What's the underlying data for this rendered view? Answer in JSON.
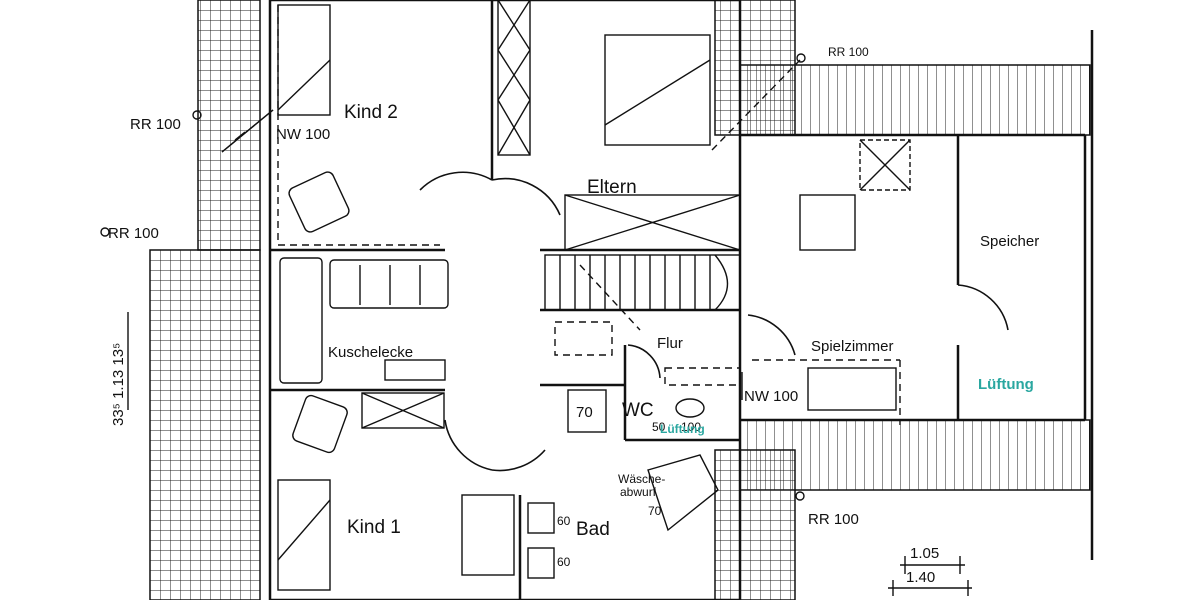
{
  "colors": {
    "ink": "#111111",
    "accent": "#2aa7a0",
    "paper": "#ffffff"
  },
  "rooms": {
    "kind2": "Kind  2",
    "eltern": "Eltern",
    "speicher": "Speicher",
    "kuschelecke": "Kuschelecke",
    "flur": "Flur",
    "spielzimmer": "Spielzimmer",
    "wc": "WC",
    "kind1": "Kind  1",
    "bad": "Bad"
  },
  "annotations": {
    "rr_top_right": "RR 100",
    "rr_left_top": "RR 100",
    "rr_left_mid": "RR 100",
    "rr_bottom_right": "RR 100",
    "nw_kind2": "NW 100",
    "nw_spiel": "NW 100",
    "dim_side": "33⁵ 1.13 13⁵",
    "shower_70": "70",
    "wc_50": "50",
    "wc_100": "100",
    "tub_70": "70",
    "sink_60_top": "60",
    "sink_60_bottom": "60",
    "wasch_line1": "Wäsche-",
    "wasch_line2": "abwurf",
    "dim_105": "1.05",
    "dim_140": "1.40"
  },
  "accent_labels": {
    "lueftung": "Lüftung",
    "lueftung_wc": "Lüftung"
  }
}
